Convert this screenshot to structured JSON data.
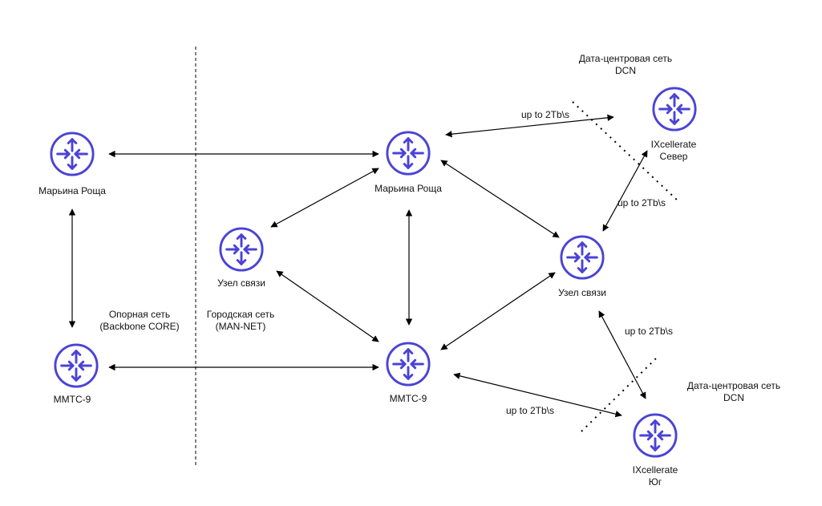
{
  "colors": {
    "router": "#4b43d6",
    "line": "#000000"
  },
  "routers": [
    {
      "id": "r-mr-left",
      "icon": "router-icon",
      "lines": [
        "Марьина Роща"
      ]
    },
    {
      "id": "r-mmts-left",
      "icon": "router-icon",
      "lines": [
        "ММТС-9"
      ]
    },
    {
      "id": "r-uzel-left",
      "icon": "router-icon",
      "lines": [
        "Узел связи"
      ]
    },
    {
      "id": "r-mr-center",
      "icon": "router-icon",
      "lines": [
        "Марьина Роща"
      ]
    },
    {
      "id": "r-mmts-center",
      "icon": "router-icon",
      "lines": [
        "ММТС-9"
      ]
    },
    {
      "id": "r-uzel-right",
      "icon": "router-icon",
      "lines": [
        "Узел связи"
      ]
    },
    {
      "id": "r-ix-north",
      "icon": "router-icon",
      "lines": [
        "IXcellerate",
        "Север"
      ]
    },
    {
      "id": "r-ix-south",
      "icon": "router-icon",
      "lines": [
        "IXcellerate",
        "Юг"
      ]
    }
  ],
  "zones": {
    "backbone": [
      "Опорная сеть",
      "(Backbone CORE)"
    ],
    "man": [
      "Городская сеть",
      "(MAN-NET)"
    ],
    "dcn_north": [
      "Дата-центровая сеть",
      "DCN"
    ],
    "dcn_south": [
      "Дата-центровая сеть",
      "DCN"
    ]
  },
  "link_labels": [
    "up to 2Tb\\s",
    "up to 2Tb\\s",
    "up to 2Tb\\s",
    "up to 2Tb\\s"
  ]
}
